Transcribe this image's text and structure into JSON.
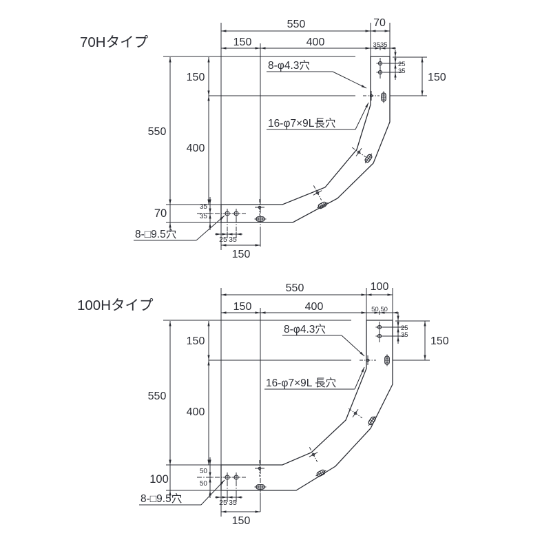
{
  "page": {
    "background": "#ffffff",
    "line_color": "#2b2d34"
  },
  "drawings": [
    {
      "id": "70h",
      "title": "70Hタイプ",
      "callouts": {
        "round_holes": "8-φ4.3穴",
        "slot_holes": "16-φ7×9L長穴",
        "square_holes": "8-□9.5穴"
      },
      "dims": {
        "top_total": "550",
        "tab_width": "70",
        "tab_splits": "3535",
        "row2_left": "150",
        "row2_right": "400",
        "right_pitch": [
          "25",
          "35"
        ],
        "right_height": "150",
        "left_total": "550",
        "left_upper": "150",
        "left_lower": "400",
        "strip_height": "70",
        "strip_splits": [
          "35",
          "35"
        ],
        "bottom_pitch": [
          "25",
          "35"
        ],
        "bottom_length": "150"
      }
    },
    {
      "id": "100h",
      "title": "100Hタイプ",
      "callouts": {
        "round_holes": "8-φ4.3穴",
        "slot_holes": "16-φ7×9L 長穴",
        "square_holes": "8-□9.5穴"
      },
      "dims": {
        "top_total": "550",
        "tab_width": "100",
        "tab_splits": "50,50",
        "row2_left": "150",
        "row2_right": "400",
        "right_pitch": [
          "25",
          "35"
        ],
        "right_height": "150",
        "left_total": "550",
        "left_upper": "150",
        "left_lower": "400",
        "strip_height": "100",
        "strip_splits": [
          "50",
          "50"
        ],
        "bottom_pitch": [
          "25",
          "35"
        ],
        "bottom_length": "150"
      }
    }
  ]
}
